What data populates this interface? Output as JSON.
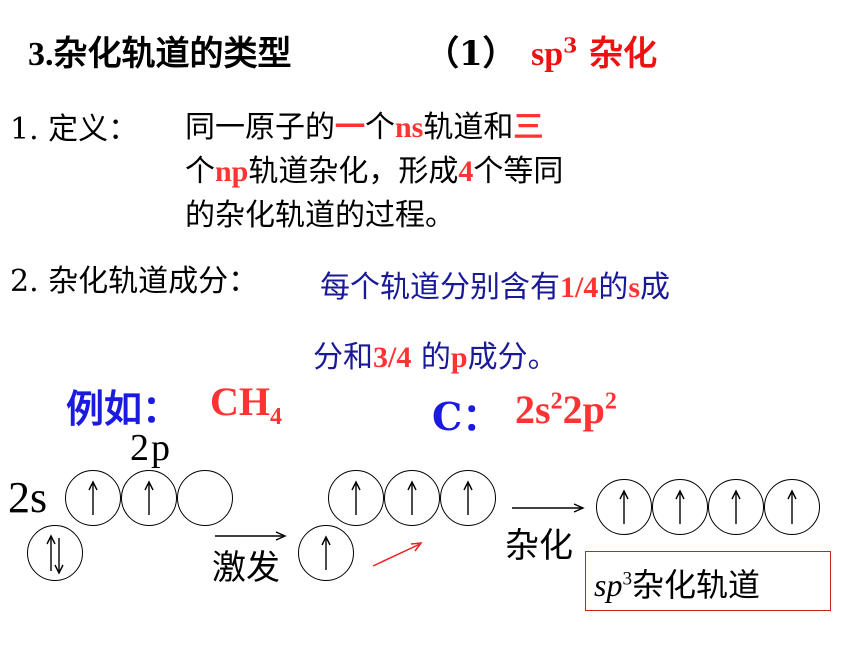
{
  "title": {
    "num": "3.",
    "text": "杂化轨道的类型",
    "paren": "（1）",
    "sp": "sp",
    "sup": "3",
    "hyb": " 杂化"
  },
  "definition": {
    "label": "1. 定义：",
    "l1a": "同一原子的",
    "l1b": "一",
    "l1c": "个",
    "l1d": "ns",
    "l1e": "轨道和",
    "l1f": "三",
    "l2a": "个",
    "l2b": "np",
    "l2c": "轨道杂化，形成",
    "l2d": "4",
    "l2e": "个等同",
    "l3": "的杂化轨道的过程。"
  },
  "composition": {
    "label": "2. 杂化轨道成分：",
    "l1a": "每个轨道分别含有",
    "l1b": "1/4",
    "l1c": "的",
    "l1d": "s",
    "l1e": "成",
    "l2a": "分和",
    "l2b": "3/4",
    "l2c": " 的",
    "l2d": "p",
    "l2e": "成分。"
  },
  "example": {
    "label": "例如：",
    "ch": "CH",
    "sub": "4",
    "c": "C：",
    "cfg1": "2s",
    "cfg1sup": "2",
    "cfg2": "2p",
    "cfg2sup": "2"
  },
  "diagram": {
    "label_2p": "2p",
    "label_2s": "2s",
    "excite": "激发",
    "hybridize": "杂化",
    "box_sp": "sp",
    "box_sup": "3",
    "box_text": "杂化轨道"
  },
  "colors": {
    "red": "#ff3333",
    "blue": "#1a1ae0",
    "navy": "#1a1a99",
    "box_border": "#cc2222"
  }
}
